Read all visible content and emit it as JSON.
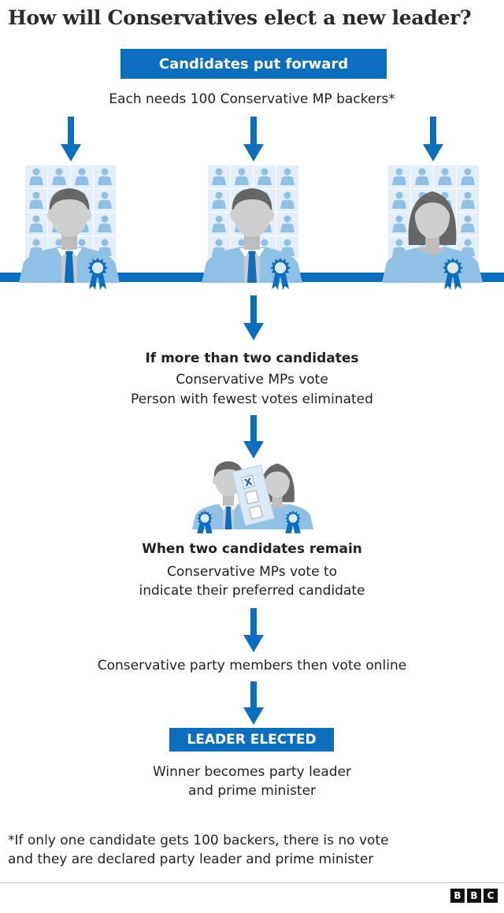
{
  "title": "How will Conservatives elect a new leader?",
  "step1": {
    "box": "Candidates put forward",
    "text": "Each needs 100 Conservative MP backers*"
  },
  "step2": {
    "heading": "If more than two candidates",
    "line1": "Conservative MPs vote",
    "line2": "Person with fewest votes eliminated"
  },
  "step3": {
    "heading": "When two candidates remain",
    "line1": "Conservative MPs vote to",
    "line2": "indicate their preferred candidate"
  },
  "step4": {
    "text": "Conservative party members then vote online"
  },
  "step5": {
    "box": "LEADER ELECTED",
    "line1": "Winner becomes party leader",
    "line2": "and prime minister"
  },
  "footnote": {
    "line1": "*If only one candidate gets 100 backers, there is no vote",
    "line2": "and they are declared party leader and prime minister"
  },
  "ballot_mark": "X",
  "logo": [
    "B",
    "B",
    "C"
  ],
  "colors": {
    "accent": "#0b6ebf",
    "suit": "#8fc1e6",
    "tile": "#e3eef8",
    "face": "#cfcfcf",
    "hair": "#666666"
  }
}
